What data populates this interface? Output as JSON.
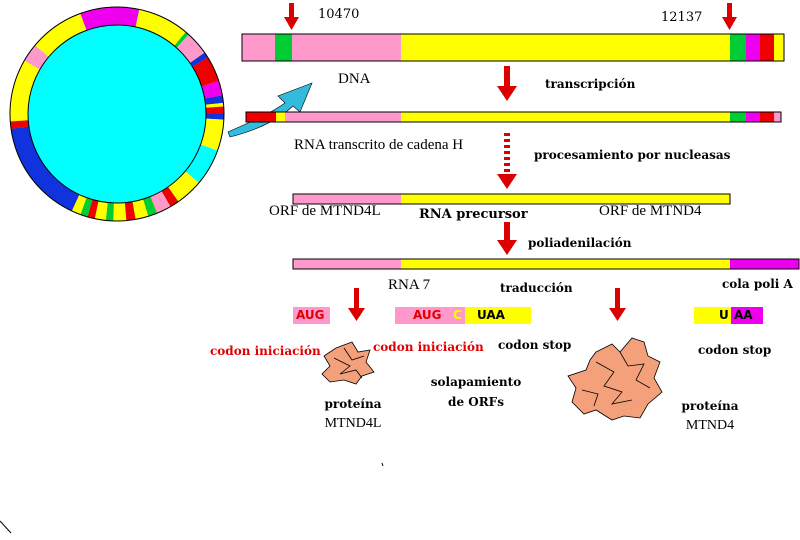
{
  "colors": {
    "pink": "#ff99cc",
    "yellow": "#ffff00",
    "green": "#00cc33",
    "magenta": "#ee00ee",
    "red": "#ee0000",
    "cyan": "#00ffff",
    "blue": "#1133dd",
    "arrow": "#dd0000",
    "protein": "#f4a07a"
  },
  "labels": {
    "pos_start": "10470",
    "pos_end": "12137",
    "dna": "DNA",
    "transcripcion": "transcripción",
    "rna_h": "RNA transcrito de cadena H",
    "procesamiento": "procesamiento por nucleasas",
    "orf_4l": "ORF de MTND4L",
    "rna_precursor": "RNA precursor",
    "orf_4": "ORF de MTND4",
    "poliadenilacion": "poliadenilación",
    "rna7": "RNA 7",
    "traduccion": "traducción",
    "cola": "cola poli A",
    "codon_ini_1": "codon iniciación",
    "codon_ini_2": "codon iniciación",
    "codon_stop_1": "codon stop",
    "codon_stop_2": "codon stop",
    "solapamiento_1": "solapamiento",
    "solapamiento_2": "de ORFs",
    "proteina_1a": "proteína",
    "proteina_1b": "MTND4L",
    "proteina_2a": "proteína",
    "proteina_2b": "MTND4"
  },
  "codons": {
    "aug_1": "AUG",
    "aug_2": "AUG",
    "c": "C",
    "uaa_1": "UAA",
    "u": "U",
    "aa": "AA"
  }
}
